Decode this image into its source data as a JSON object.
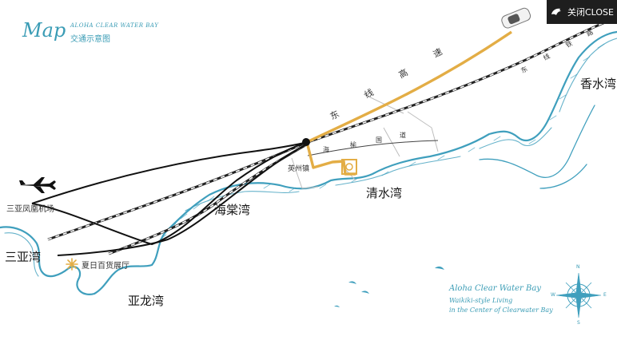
{
  "header": {
    "logo_script": "Map",
    "brand_en": "ALOHA CLEAR WATER BAY",
    "subtitle_cn": "交通示意图"
  },
  "close_button": {
    "label": "关闭CLOSE",
    "icon": "dolphin-icon"
  },
  "places": {
    "sanya_airport": "三亚凤凰机场",
    "sanya_bay": "三亚湾",
    "yalong_bay": "亚龙湾",
    "haitang_bay": "海棠湾",
    "qingshui_bay": "清水湾",
    "xiangshui_bay": "香水湾",
    "yingzhou_town": "英州镇",
    "xiari_showroom": "夏日百货展厅"
  },
  "roads": {
    "east_expressway_chars": [
      "东",
      "线",
      "高",
      "速"
    ],
    "hainan_road_chars": [
      "海",
      "榆",
      "国",
      "道"
    ],
    "east_railway_chars": [
      "东",
      "线",
      "铁",
      "路"
    ]
  },
  "tagline": {
    "title": "Aloha Clear Water Bay",
    "line1": "Waikiki-style Living",
    "line2": "in the Center of Clearwater Bay"
  },
  "compass": {
    "n": "N",
    "s": "S",
    "e": "E",
    "w": "W"
  },
  "colors": {
    "expressway": "#e3ad45",
    "coast": "#3f9fbd",
    "rail": "#222222",
    "road": "#bdbdbd",
    "brand": "#3a9cb5"
  }
}
